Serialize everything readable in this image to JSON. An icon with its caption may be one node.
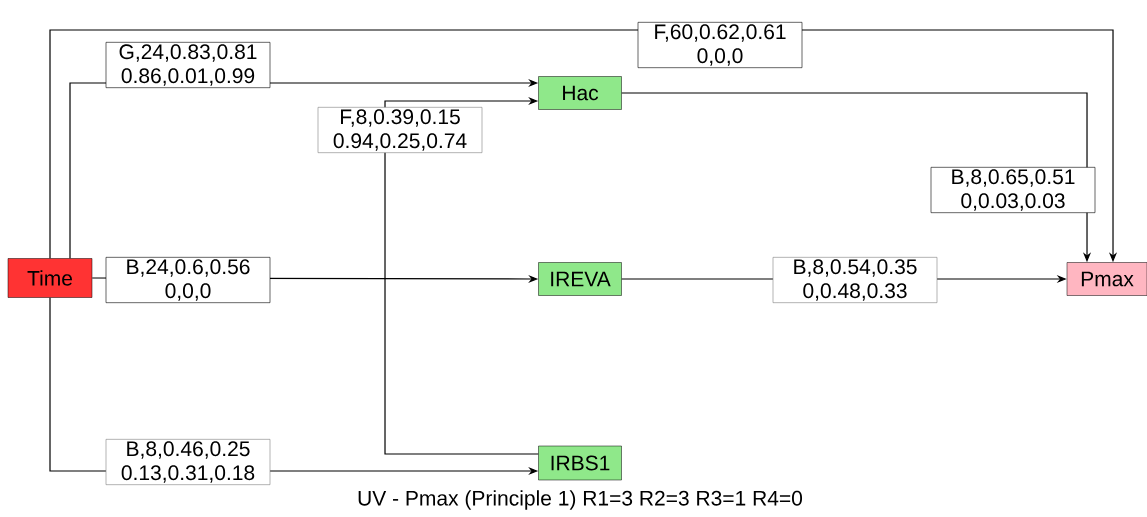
{
  "diagram": {
    "caption": "UV - Pmax (Principle 1) R1=3 R2=3 R3=1 R4=0",
    "nodes": [
      {
        "text": [
          "Time"
        ]
      },
      {
        "text": [
          "Hac"
        ]
      },
      {
        "text": [
          "IREVA"
        ]
      },
      {
        "text": [
          "IRBS1"
        ]
      },
      {
        "text": [
          "Pmax"
        ]
      }
    ],
    "edges": [
      {
        "from": 0,
        "to": 4,
        "arrow": "to",
        "label": "F,60,0.62,0.61 0,0,0"
      },
      {
        "from": 0,
        "to": 1,
        "arrow": "to",
        "label": "G,24,0.83,0.81 0.86,0.01,0.99"
      },
      {
        "from": 0,
        "to": 2,
        "arrow": "to",
        "label": "B,24,0.6,0.56 0,0,0"
      },
      {
        "from": 0,
        "to": 3,
        "arrow": "to",
        "label": "B,8,0.46,0.25 0.13,0.31,0.18"
      },
      {
        "from": 3,
        "to": 1,
        "arrow": "to",
        "label": "F,8,0.39,0.15 0.94,0.25,0.74"
      },
      {
        "from": 1,
        "to": 4,
        "arrow": "to",
        "label": "B,8,0.65,0.51 0,0.03,0.03"
      },
      {
        "from": 2,
        "to": 4,
        "arrow": "to",
        "label": "B,8,0.54,0.35 0,0.48,0.33"
      }
    ]
  }
}
